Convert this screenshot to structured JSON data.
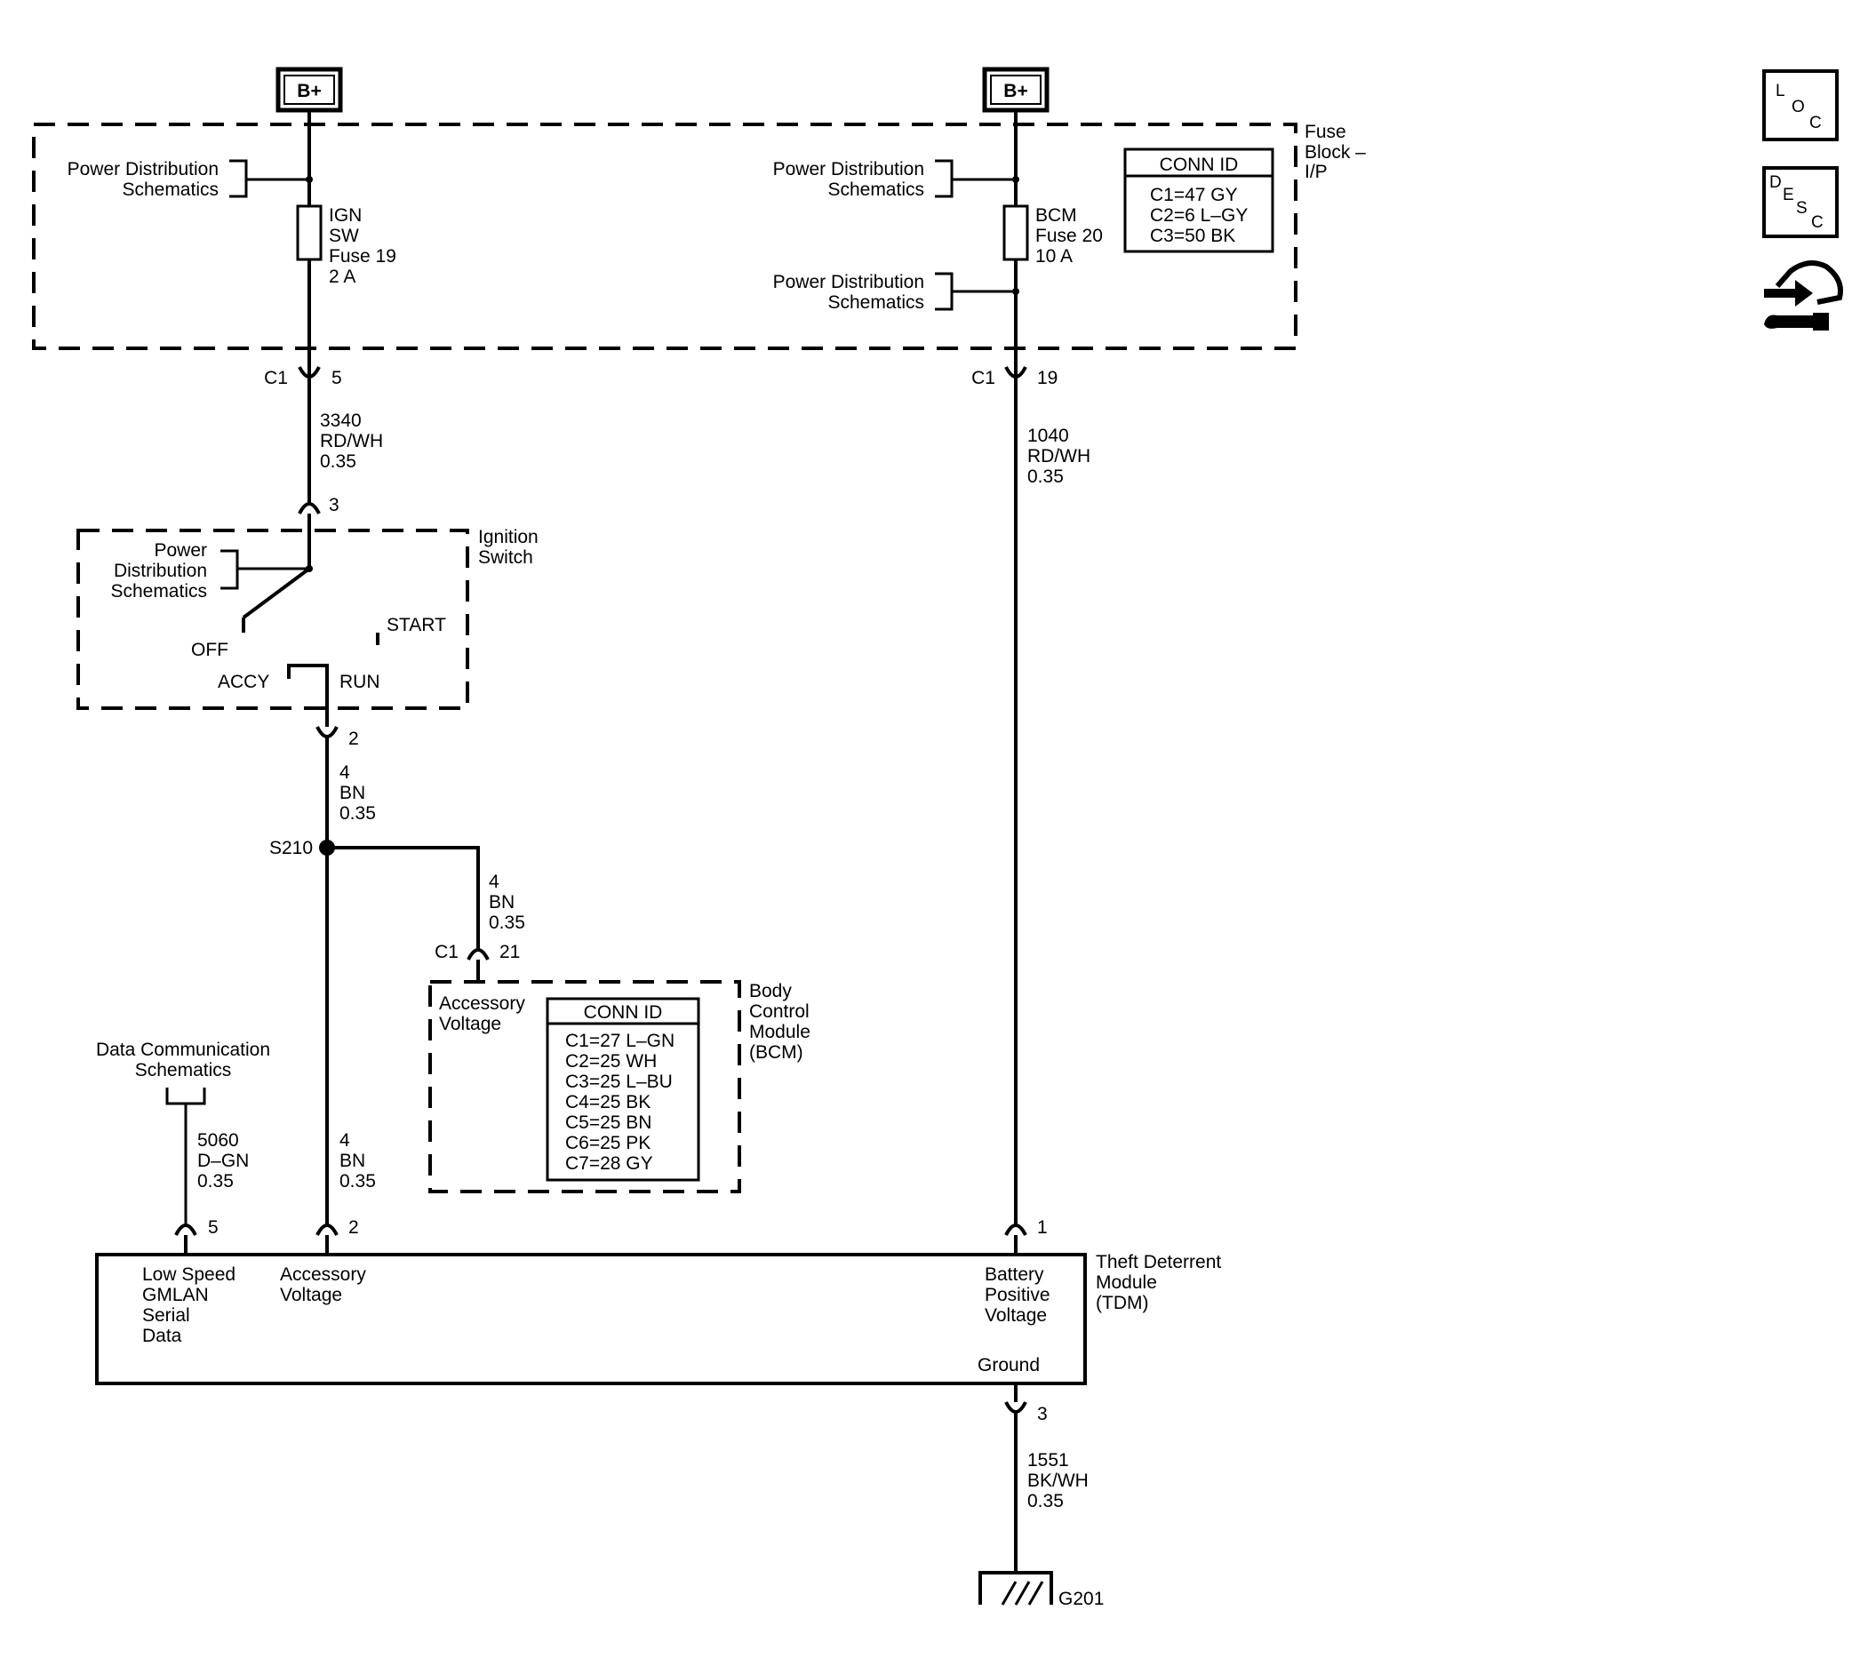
{
  "power": {
    "b_plus_left": "B+",
    "b_plus_right": "B+"
  },
  "fuse_block": {
    "name": [
      "Fuse",
      "Block –",
      "I/P"
    ],
    "pds_left": [
      "Power Distribution",
      "Schematics"
    ],
    "pds_right_1": [
      "Power Distribution",
      "Schematics"
    ],
    "pds_right_2": [
      "Power Distribution",
      "Schematics"
    ],
    "fuse_ign": [
      "IGN",
      "SW",
      "Fuse 19",
      "2 A"
    ],
    "fuse_bcm": [
      "BCM",
      "Fuse 20",
      "10 A"
    ],
    "conn_title": "CONN ID",
    "conn_rows": [
      "C1=47 GY",
      "C2=6 L–GY",
      "C3=50 BK"
    ]
  },
  "connectors": {
    "c1_left": "C1",
    "c1_left_pin": "5",
    "c1_right": "C1",
    "c1_right_pin": "19",
    "ign_in_pin": "3",
    "ign_out_pin": "2",
    "bcm_c1": "C1",
    "bcm_pin": "21",
    "tdm_pin5": "5",
    "tdm_pin2": "2",
    "tdm_pin1": "1",
    "tdm_pin3": "3"
  },
  "wires": {
    "w3340": [
      "3340",
      "RD/WH",
      "0.35"
    ],
    "w1040": [
      "1040",
      "RD/WH",
      "0.35"
    ],
    "w4a": [
      "4",
      "BN",
      "0.35"
    ],
    "w4b": [
      "4",
      "BN",
      "0.35"
    ],
    "w4c": [
      "4",
      "BN",
      "0.35"
    ],
    "w5060": [
      "5060",
      "D–GN",
      "0.35"
    ],
    "w1551": [
      "1551",
      "BK/WH",
      "0.35"
    ]
  },
  "ignition": {
    "name": [
      "Ignition",
      "Switch"
    ],
    "pds": [
      "Power",
      "Distribution",
      "Schematics"
    ],
    "off": "OFF",
    "start": "START",
    "accy": "ACCY",
    "run": "RUN"
  },
  "splice": "S210",
  "bcm": {
    "name": [
      "Body",
      "Control",
      "Module",
      "(BCM)"
    ],
    "acc_voltage": [
      "Accessory",
      "Voltage"
    ],
    "conn_title": "CONN ID",
    "conn_rows": [
      "C1=27 L–GN",
      "C2=25 WH",
      "C3=25 L–BU",
      "C4=25 BK",
      "C5=25 BN",
      "C6=25 PK",
      "C7=28 GY"
    ]
  },
  "data_comm": [
    "Data Communication",
    "Schematics"
  ],
  "tdm": {
    "name": [
      "Theft Deterrent",
      "Module",
      "(TDM)"
    ],
    "low_speed": [
      "Low Speed",
      "GMLAN",
      "Serial",
      "Data"
    ],
    "acc_voltage": [
      "Accessory",
      "Voltage"
    ],
    "bat_pos": [
      "Battery",
      "Positive",
      "Voltage"
    ],
    "ground": "Ground"
  },
  "ground_label": "G201",
  "nav_icons": {
    "loc": [
      "L",
      "O",
      "C"
    ],
    "desc": [
      "D",
      "E",
      "S",
      "C"
    ],
    "repair": "repair-icon"
  }
}
